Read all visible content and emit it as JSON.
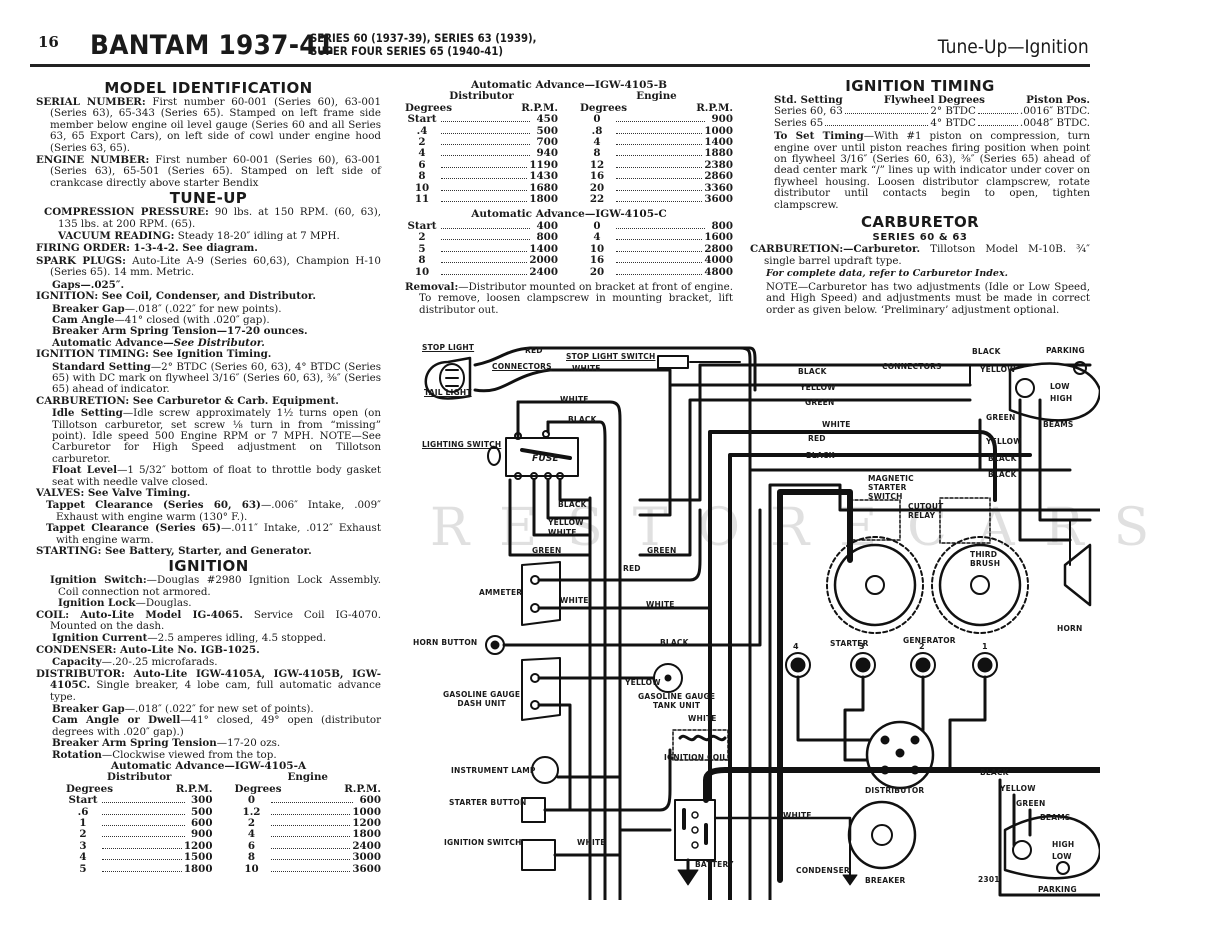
{
  "header": {
    "page_number": "16",
    "title": "BANTAM 1937-41",
    "series_line1": "SERIES 60 (1937-39), SERIES 63 (1939),",
    "series_line2": "SUPER FOUR SERIES 65 (1940-41)",
    "section": "Tune-Up—Ignition"
  },
  "model_identification": {
    "heading": "MODEL IDENTIFICATION",
    "serial_label": "SERIAL NUMBER:",
    "serial_text": " First number 60-001 (Series 60), 63-001 (Series 63), 65-343 (Series 65). Stamped on left frame side member below engine oil level gauge (Series 60 and all Series 63, 65 Export Cars), on left side of cowl under engine hood (Series 63, 65).",
    "engine_label": "ENGINE NUMBER:",
    "engine_text": " First number 60-001 (Series 60), 63-001 (Series 63), 65-501 (Series 65). Stamped on left side of crankcase directly above starter Bendix"
  },
  "tune_up": {
    "heading": "TUNE-UP",
    "compression_label": "COMPRESSION PRESSURE:",
    "compression_text": " 90 lbs. at 150 RPM. (60, 63), 135 lbs. at 200 RPM. (65).",
    "vacuum_label": "VACUUM READING:",
    "vacuum_text": " Steady 18-20″ idling at 7 MPH.",
    "firing_label": "FIRING ORDER:",
    "firing_text": " 1-3-4-2. See diagram.",
    "plugs_label": "SPARK PLUGS:",
    "plugs_text": " Auto-Lite A-9 (Series 60,63), Champion H-10 (Series 65). 14 mm. Metric.",
    "plugs_gap": "Gaps—.025″.",
    "ignition_label": "IGNITION: See Coil, Condenser, and Distributor.",
    "ign_breaker_gap_label": "Breaker Gap",
    "ign_breaker_gap_text": "—.018″ (.022″ for new points).",
    "ign_cam_label": "Cam Angle",
    "ign_cam_text": "—41° closed (with .020″ gap).",
    "ign_spring": "Breaker Arm Spring Tension—17-20 ounces.",
    "ign_advance_label": "Automatic Advance—",
    "ign_advance_text": "See Distributor.",
    "timing_label": "IGNITION TIMING: See Ignition Timing.",
    "timing_std_label": "Standard Setting",
    "timing_std_text": "—2° BTDC (Series 60, 63), 4° BTDC (Series 65) with DC mark on flywheel 3/16″ (Series 60, 63), ⅜″ (Series 65) ahead of indicator.",
    "carb_label": "CARBURETION: See Carburetor & Carb. Equipment.",
    "carb_idle_label": "Idle Setting",
    "carb_idle_text": "—Idle screw approximately 1½ turns open (on Tillotson carburetor, set screw ⅛ turn in from “missing” point). Idle speed 500 Engine RPM or 7 MPH. NOTE—See Carburetor for High Speed adjustment on Tillotson carburetor.",
    "carb_float_label": "Float Level",
    "carb_float_text": "—1 5/32″ bottom of float to throttle body gasket seat with needle valve closed.",
    "valves_label": "VALVES: See Valve Timing.",
    "tappet1_label": "Tappet Clearance (Series 60, 63)",
    "tappet1_text": "—.006″ Intake, .009″ Exhaust with engine warm (130° F.).",
    "tappet2_label": "Tappet Clearance (Series 65)",
    "tappet2_text": "—.011″ Intake, .012″ Exhaust with engine warm.",
    "starting_label": "STARTING: See Battery, Starter, and Generator."
  },
  "ignition": {
    "heading": "IGNITION",
    "switch_label": "Ignition Switch:",
    "switch_text": "—Douglas #2980 Ignition Lock Assembly. Coil connection not armored.",
    "lock_label": "Ignition Lock",
    "lock_text": "—Douglas.",
    "coil_label": "COIL: Auto-Lite Model IG-4065.",
    "coil_text": " Service Coil IG-4070. Mounted on the dash.",
    "current_label": "Ignition Current",
    "current_text": "—2.5 amperes idling, 4.5 stopped.",
    "condenser_label": "CONDENSER: Auto-Lite No. IGB-1025.",
    "capacity_label": "Capacity",
    "capacity_text": "—.20-.25 microfarads.",
    "distributor_label": "DISTRIBUTOR: Auto-Lite IGW-4105A, IGW-4105B, IGW-4105C.",
    "distributor_text": " Single breaker, 4 lobe cam, full automatic advance type.",
    "dist_gap_label": "Breaker Gap",
    "dist_gap_text": "—.018″ (.022″ for new set of points).",
    "dist_cam_label": "Cam Angle or Dwell",
    "dist_cam_text": "—41° closed, 49° open (distributor degrees with .020″ gap).)",
    "dist_spring_label": "Breaker Arm Spring Tension",
    "dist_spring_text": "—17-20 ozs.",
    "rotation_label": "Rotation",
    "rotation_text": "—Clockwise viewed from the top."
  },
  "advance_tables": {
    "distributor_label": "Distributor",
    "engine_label": "Engine",
    "degrees_label": "Degrees",
    "rpm_label": "R.P.M.",
    "a": {
      "title": "Automatic Advance—IGW-4105-A",
      "distributor": [
        [
          "Start",
          "300"
        ],
        [
          ".6",
          "500"
        ],
        [
          "1",
          "600"
        ],
        [
          "2",
          "900"
        ],
        [
          "3",
          "1200"
        ],
        [
          "4",
          "1500"
        ],
        [
          "5",
          "1800"
        ]
      ],
      "engine": [
        [
          "0",
          "600"
        ],
        [
          "1.2",
          "1000"
        ],
        [
          "2",
          "1200"
        ],
        [
          "4",
          "1800"
        ],
        [
          "6",
          "2400"
        ],
        [
          "8",
          "3000"
        ],
        [
          "10",
          "3600"
        ]
      ]
    },
    "b": {
      "title": "Automatic Advance—IGW-4105-B",
      "distributor": [
        [
          "Start",
          "450"
        ],
        [
          ".4",
          "500"
        ],
        [
          "2",
          "700"
        ],
        [
          "4",
          "940"
        ],
        [
          "6",
          "1190"
        ],
        [
          "8",
          "1430"
        ],
        [
          "10",
          "1680"
        ],
        [
          "11",
          "1800"
        ]
      ],
      "engine": [
        [
          "0",
          "900"
        ],
        [
          ".8",
          "1000"
        ],
        [
          "4",
          "1400"
        ],
        [
          "8",
          "1880"
        ],
        [
          "12",
          "2380"
        ],
        [
          "16",
          "2860"
        ],
        [
          "20",
          "3360"
        ],
        [
          "22",
          "3600"
        ]
      ]
    },
    "c": {
      "title": "Automatic Advance—IGW-4105-C",
      "distributor": [
        [
          "Start",
          "400"
        ],
        [
          "2",
          "800"
        ],
        [
          "5",
          "1400"
        ],
        [
          "8",
          "2000"
        ],
        [
          "10",
          "2400"
        ]
      ],
      "engine": [
        [
          "0",
          "800"
        ],
        [
          "4",
          "1600"
        ],
        [
          "10",
          "2800"
        ],
        [
          "16",
          "4000"
        ],
        [
          "20",
          "4800"
        ]
      ]
    }
  },
  "removal": {
    "label": "Removal:",
    "text": "—Distributor mounted on bracket at front of engine. To remove, loosen clampscrew in mounting bracket, lift distributor out."
  },
  "ignition_timing": {
    "heading": "IGNITION TIMING",
    "col_std": "Std. Setting",
    "col_fly": "Flywheel Degrees",
    "col_piston": "Piston Pos.",
    "rows": [
      {
        "series": "Series 60, 63",
        "flywheel": "2° BTDC",
        "piston": ".0016″ BTDC."
      },
      {
        "series": "Series 65",
        "flywheel": "4° BTDC",
        "piston": ".0048″ BTDC."
      }
    ],
    "set_label": "To Set Timing",
    "set_text": "—With #1 piston on compression, turn engine over until piston reaches firing position when point on flywheel 3/16″ (Series 60, 63), ⅜″ (Series 65) ahead of dead center mark “/” lines up with indicator under cover on flywheel housing. Loosen distributor clampscrew, rotate distributor until contacts begin to open, tighten clampscrew."
  },
  "carburetor": {
    "heading": "CARBURETOR",
    "subheading": "SERIES 60 & 63",
    "carb_label": "CARBURETION:—Carburetor.",
    "carb_text": " Tillotson Model M-10B. ¾″ single barrel updraft type.",
    "refer": "For complete data, refer to Carburetor Index.",
    "note": "NOTE—Carburetor has two adjustments (Idle or Low Speed, and High Speed) and adjustments must be made in correct order as given below. ‘Preliminary’ adjustment optional."
  },
  "diagram": {
    "watermark": "RESTORECARS",
    "labels": {
      "stop_light": "STOP LIGHT",
      "tail_light": "TAIL LIGHT",
      "connectors_rear": "CONNECTORS",
      "stop_light_switch": "STOP LIGHT SWITCH",
      "lighting_switch": "LIGHTING SWITCH",
      "fuse": "FUSE",
      "ammeter": "AMMETER",
      "horn_button": "HORN BUTTON",
      "gas_gauge_dash": "GASOLINE GAUGE",
      "gas_gauge_dash2": "DASH UNIT",
      "gas_gauge_tank": "GASOLINE GAUGE",
      "gas_gauge_tank2": "TANK UNIT",
      "instrument_lamp": "INSTRUMENT LAMP",
      "starter_button": "STARTER BUTTON",
      "ignition_switch": "IGNITION SWITCH",
      "ignition_coil": "IGNITION COIL",
      "battery": "BATTERY",
      "magnetic_starter": "MAGNETIC",
      "magnetic_starter2": "STARTER",
      "magnetic_starter3": "SWITCH",
      "cutout_relay": "CUTOUT",
      "cutout_relay2": "RELAY",
      "third_brush": "THIRD",
      "third_brush2": "BRUSH",
      "starter": "STARTER",
      "generator": "GENERATOR",
      "horn": "HORN",
      "distributor": "DISTRIBUTOR",
      "condenser": "CONDENSER",
      "breaker": "BREAKER",
      "connectors_front": "CONNECTORS",
      "parking_top": "PARKING",
      "beams_top": "BEAMS",
      "low_top": "LOW",
      "high_top": "HIGH",
      "parking_bottom": "PARKING",
      "beams_bottom": "BEAMS",
      "high_bottom": "HIGH",
      "low_bottom": "LOW",
      "figure_number": "2301"
    },
    "plug_numbers": [
      "4",
      "3",
      "2",
      "1"
    ],
    "wires": {
      "red": "RED",
      "white": "WHITE",
      "black": "BLACK",
      "yellow": "YELLOW",
      "green": "GREEN"
    }
  }
}
